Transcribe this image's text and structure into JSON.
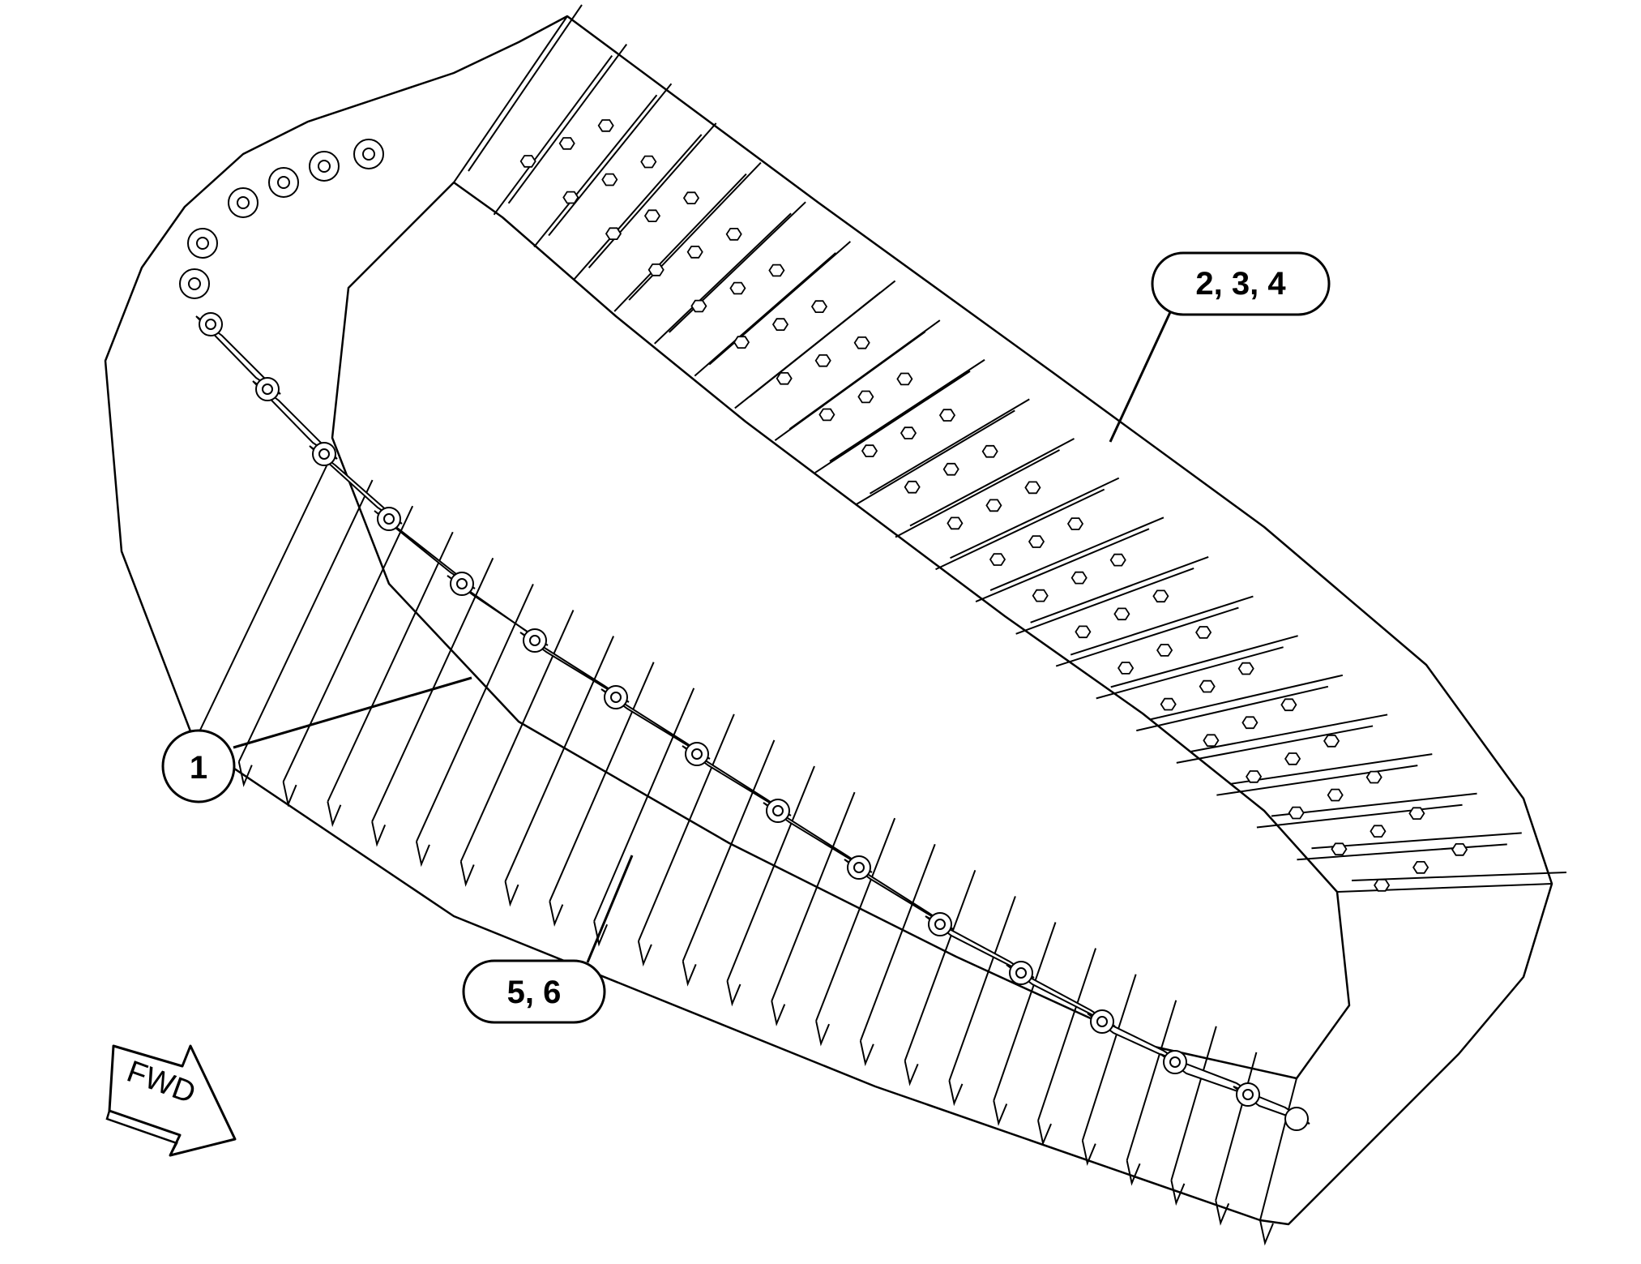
{
  "colors": {
    "background": "#ffffff",
    "stroke": "#000000",
    "fill": "#ffffff"
  },
  "callouts": [
    {
      "id": "1",
      "label": "1"
    },
    {
      "id": "2",
      "label": "2, 3, 4"
    },
    {
      "id": "3",
      "label": "5, 6"
    }
  ],
  "direction_arrow": {
    "label": "FWD",
    "icon": "fwd-arrow-icon"
  }
}
